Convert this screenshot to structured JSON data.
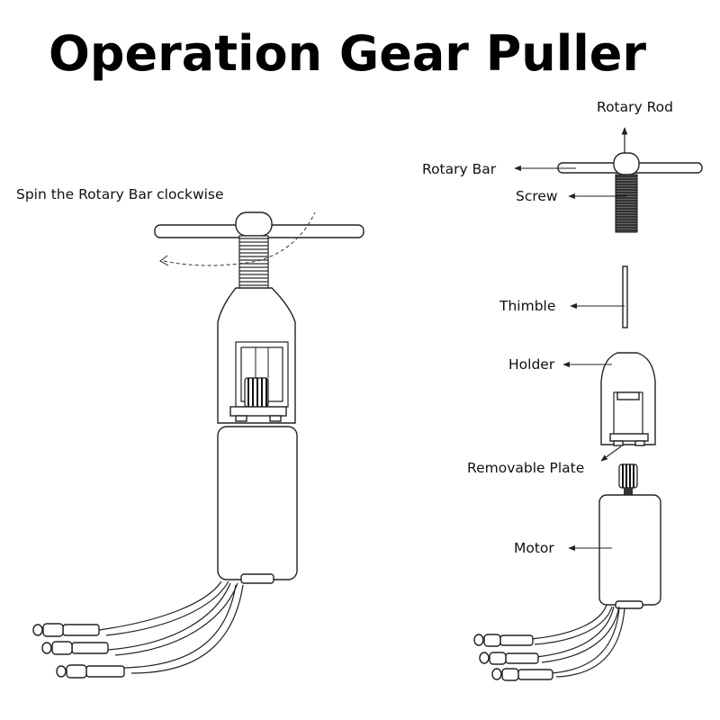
{
  "title": "Operation Gear Puller",
  "instruction": "Spin the Rotary Bar clockwise",
  "labels": {
    "rotary_rod": "Rotary Rod",
    "rotary_bar": "Rotary Bar",
    "screw": "Screw",
    "thimble": "Thimble",
    "holder": "Holder",
    "removable_plate": "Removable Plate",
    "motor": "Motor"
  }
}
